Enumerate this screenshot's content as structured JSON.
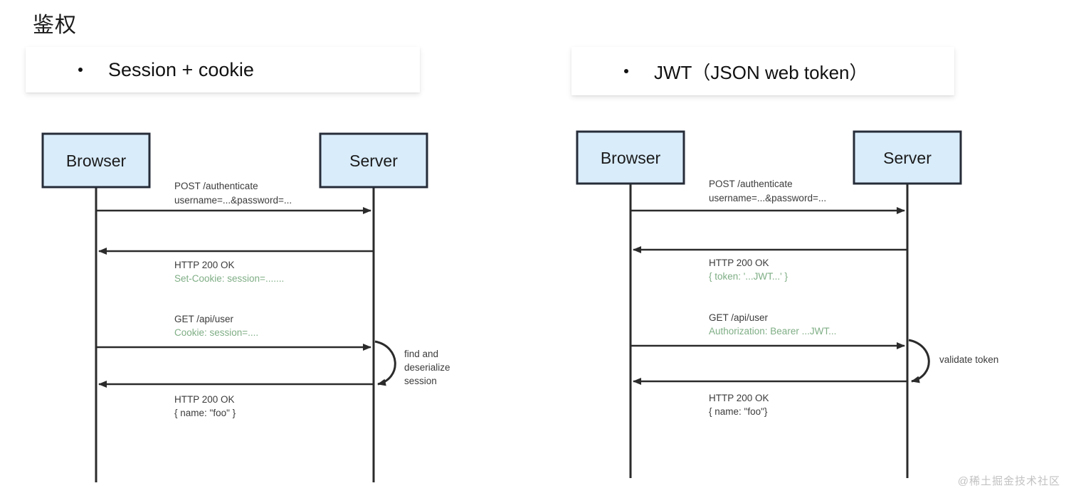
{
  "page": {
    "title": "鉴权",
    "watermark": "@稀土掘金技术社区",
    "background_color": "#ffffff"
  },
  "colors": {
    "node_fill": "#d9ecfa",
    "node_stroke": "#262c38",
    "line": "#2b2b2b",
    "message_text": "#3b3b3b",
    "header_text": "#111111",
    "green_text": "#7fae85",
    "watermark_text": "#c2c2c2"
  },
  "panels": [
    {
      "id": "session-cookie",
      "header": {
        "bullet": "•",
        "label": "Session + cookie"
      },
      "actors": [
        {
          "id": "browser",
          "label": "Browser"
        },
        {
          "id": "server",
          "label": "Server"
        }
      ],
      "messages": [
        {
          "direction": "right",
          "lines": [
            {
              "text": "POST /authenticate",
              "color": "plain"
            },
            {
              "text": "username=...&password=...",
              "color": "plain"
            }
          ]
        },
        {
          "direction": "left",
          "lines": [
            {
              "text": "HTTP 200 OK",
              "color": "plain"
            },
            {
              "text": "Set-Cookie: session=.......",
              "color": "green"
            }
          ]
        },
        {
          "direction": "right",
          "lines": [
            {
              "text": "GET /api/user",
              "color": "plain"
            },
            {
              "text": "Cookie: session=....",
              "color": "green"
            }
          ]
        },
        {
          "direction": "left",
          "lines": [
            {
              "text": "HTTP 200 OK",
              "color": "plain"
            },
            {
              "text": "{ name: \"foo\" }",
              "color": "plain"
            }
          ]
        }
      ],
      "self_note": [
        "find and",
        "deserialize",
        "session"
      ]
    },
    {
      "id": "jwt",
      "header": {
        "bullet": "•",
        "label": "JWT（JSON web token）"
      },
      "actors": [
        {
          "id": "browser",
          "label": "Browser"
        },
        {
          "id": "server",
          "label": "Server"
        }
      ],
      "messages": [
        {
          "direction": "right",
          "lines": [
            {
              "text": "POST /authenticate",
              "color": "plain"
            },
            {
              "text": "username=...&password=...",
              "color": "plain"
            }
          ]
        },
        {
          "direction": "left",
          "lines": [
            {
              "text": "HTTP 200 OK",
              "color": "plain"
            },
            {
              "text": "{ token: '...JWT...' }",
              "color": "green"
            }
          ]
        },
        {
          "direction": "right",
          "lines": [
            {
              "text": "GET /api/user",
              "color": "plain"
            },
            {
              "text": "Authorization: Bearer ...JWT...",
              "color": "green"
            }
          ]
        },
        {
          "direction": "left",
          "lines": [
            {
              "text": "HTTP 200 OK",
              "color": "plain"
            },
            {
              "text": "{ name: \"foo\"}",
              "color": "plain"
            }
          ]
        }
      ],
      "self_note": [
        "validate token"
      ]
    }
  ]
}
